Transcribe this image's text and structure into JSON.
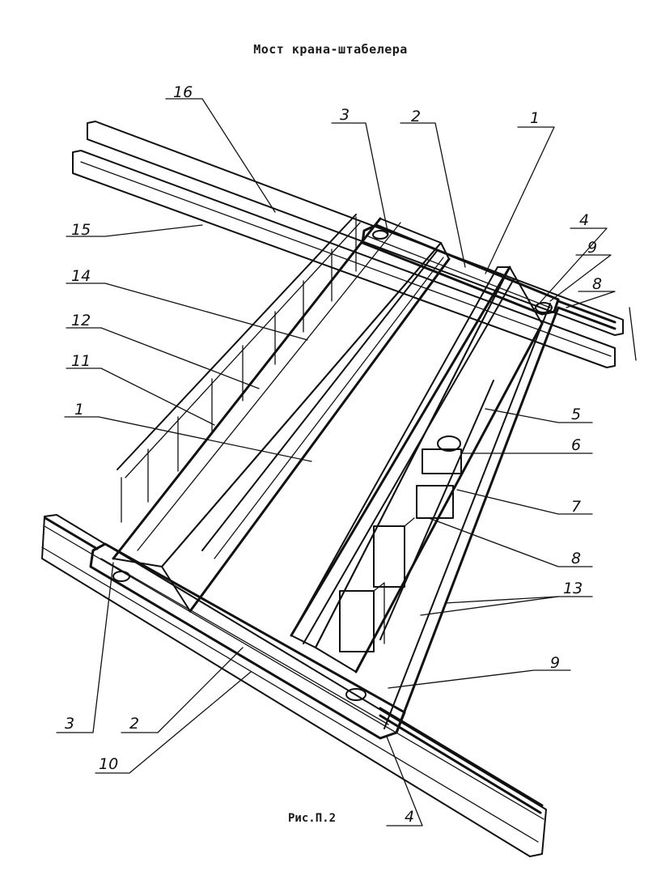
{
  "title": "Мост крана-штабелера",
  "caption": "Рис.П.2",
  "labels": [
    {
      "id": "label-16",
      "text": "16"
    },
    {
      "id": "label-3-top",
      "text": "3"
    },
    {
      "id": "label-2-top",
      "text": "2"
    },
    {
      "id": "label-1-top",
      "text": "1"
    },
    {
      "id": "label-15",
      "text": "15"
    },
    {
      "id": "label-4-right",
      "text": "4"
    },
    {
      "id": "label-9-right",
      "text": "9"
    },
    {
      "id": "label-8-right-top",
      "text": "8"
    },
    {
      "id": "label-14",
      "text": "14"
    },
    {
      "id": "label-12",
      "text": "12"
    },
    {
      "id": "label-11",
      "text": "11"
    },
    {
      "id": "label-1-left",
      "text": "1"
    },
    {
      "id": "label-5",
      "text": "5"
    },
    {
      "id": "label-6",
      "text": "6"
    },
    {
      "id": "label-7",
      "text": "7"
    },
    {
      "id": "label-8-right",
      "text": "8"
    },
    {
      "id": "label-13",
      "text": "13"
    },
    {
      "id": "label-9-bottom",
      "text": "9"
    },
    {
      "id": "label-3-bottom",
      "text": "3"
    },
    {
      "id": "label-2-bottom",
      "text": "2"
    },
    {
      "id": "label-10",
      "text": "10"
    },
    {
      "id": "label-4-bottom",
      "text": "4"
    }
  ]
}
